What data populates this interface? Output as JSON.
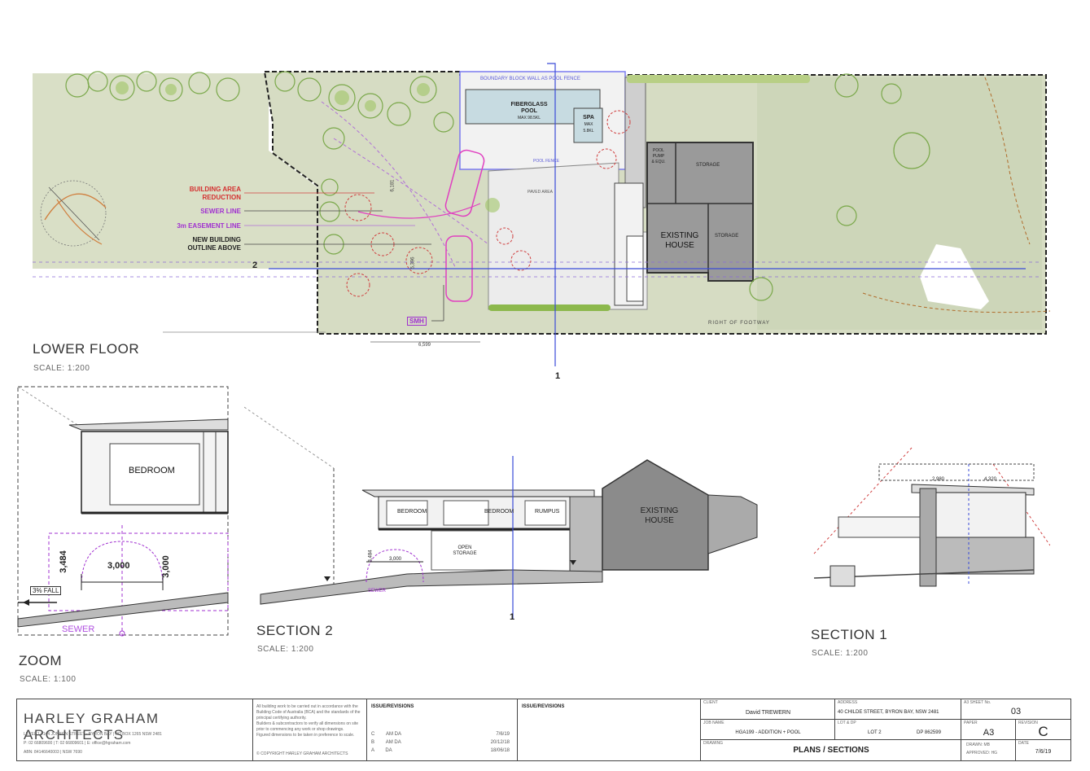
{
  "plan": {
    "title": "LOWER FLOOR",
    "scale": "SCALE: 1:200",
    "rooms": {
      "pool_a": "FIBERGLASS",
      "pool_b": "POOL",
      "pool_max": "MAX 98.5KL",
      "spa": "SPA",
      "spa_max_a": "MAX",
      "spa_max_b": "5.8KL",
      "pool_pump_a": "POOL",
      "pool_pump_b": "PUMP",
      "pool_pump_c": "& EQU.",
      "storage_top": "STORAGE",
      "storage_right": "STORAGE",
      "existing_a": "EXISTING",
      "existing_b": "HOUSE",
      "paved": "PAVED AREA",
      "boundary_fence": "BOUNDARY BLOCK WALL AS POOL FENCE",
      "pool_fence": "POOL FENCE",
      "right_of_footway": "RIGHT OF FOOTWAY",
      "smh": "SMH"
    },
    "legend": {
      "building_area_a": "BUILDING AREA",
      "building_area_b": "REDUCTION",
      "sewer": "SEWER LINE",
      "easement": "3m EASEMENT LINE",
      "new_building_a": "NEW BUILDING",
      "new_building_b": "OUTLINE ABOVE"
    },
    "dims": {
      "d1": "6,181",
      "d2": "6,599",
      "d3": "5,396"
    },
    "markers": {
      "section_2": "2",
      "section_1": "1"
    }
  },
  "zoom": {
    "title": "ZOOM",
    "scale": "SCALE: 1:100",
    "room": "BEDROOM",
    "dim_width": "3,000",
    "dim_height_left": "3,484",
    "dim_height_right": "3,000",
    "fall": "3% FALL",
    "sewer": "SEWER"
  },
  "section2": {
    "title": "SECTION 2",
    "scale": "SCALE: 1:200",
    "room_a": "BEDROOM",
    "room_b": "BEDROOM",
    "room_c": "RUMPUS",
    "open_a": "OPEN",
    "open_b": "STORAGE",
    "existing_a": "EXISTING",
    "existing_b": "HOUSE",
    "dim_w": "3,000",
    "dim_h": "3,484",
    "sewer": "SEWER",
    "marker": "1"
  },
  "section1": {
    "title": "SECTION 1",
    "scale": "SCALE: 1:200",
    "dim_a": "2,980",
    "dim_b": "4,320"
  },
  "titleblock": {
    "firm": "HARLEY GRAHAM ARCHITECTS",
    "address": "LEVEL 1 / 144 JONSON STREET · BYRON BAY | PO BOX 1265 NSW 2481",
    "phone": "P: 02 66809600 | T: 02 66809601 | E: office@hgraham.com",
    "abn": "ABN: 84146640003 | NSW 7690",
    "notes": [
      "All building work to be carried out in accordance with the",
      "Building Code of Australia (BCA) and the standards of the",
      "principal certifying authority.",
      "Builders & subcontractors to verify all dimensions on site",
      "prior to commencing any work or shop drawings.",
      "Figured dimensions to be taken in preference to scale."
    ],
    "copyright": "© COPYRIGHT HARLEY GRAHAM ARCHITECTS",
    "issue_header": "ISSUE/REVISIONS",
    "issue_header_2": "ISSUE/REVISIONS",
    "revisions": [
      {
        "code": "C",
        "desc": "AM DA",
        "date": "7/6/19"
      },
      {
        "code": "B",
        "desc": "AM DA",
        "date": "20/12/18"
      },
      {
        "code": "A",
        "desc": "DA",
        "date": "18/06/18"
      }
    ],
    "client_label": "CLIENT",
    "client": "David TREWERN",
    "address_label": "ADDRESS",
    "site_address": "40 CHILDE STREET, BYRON BAY, NSW 2481",
    "sheet_label": "A3 SHEET No.",
    "sheet": "03",
    "jobname_label": "JOB NAME",
    "jobname": "HGA199 - ADDITION + POOL",
    "lot_label": "LOT & DP",
    "lot": "LOT 2",
    "dp": "DP 862599",
    "paper_label": "PAPER",
    "paper": "A3",
    "revision_label": "REVISION",
    "revision": "C",
    "drawing_label": "DRAWING",
    "drawing": "PLANS / SECTIONS",
    "drawn": "DRAWN:  MB",
    "approved": "APPROVED:  HG",
    "date_label": "DATE",
    "date": "7/6/19"
  }
}
